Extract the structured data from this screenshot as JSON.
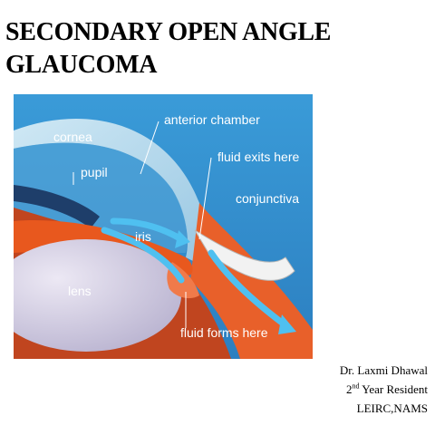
{
  "title": {
    "line1": "SECONDARY OPEN ANGLE",
    "line2": "GLAUCOMA"
  },
  "figure": {
    "labels": {
      "cornea": "cornea",
      "anterior_chamber": "anterior chamber",
      "pupil": "pupil",
      "fluid_exits": "fluid exits here",
      "conjunctiva": "conjunctiva",
      "iris": "iris",
      "lens": "lens",
      "fluid_forms": "fluid forms here"
    },
    "colors": {
      "background": "#2f8fd0",
      "cornea": "#bfe0f0",
      "iris": "#e8581e",
      "lens": "#d9d4e8",
      "fluid_arrow": "#3fb0e6"
    }
  },
  "credits": {
    "name": "Dr. Laxmi Dhawal",
    "year_num": "2",
    "year_sup": "nd",
    "year_rest": " Year Resident",
    "institute": "LEIRC,NAMS"
  }
}
